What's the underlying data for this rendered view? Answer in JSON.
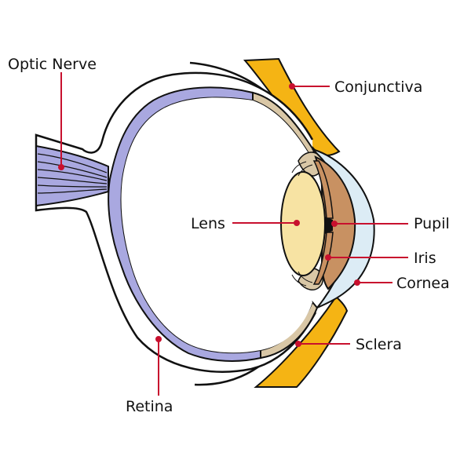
{
  "labels": {
    "optic_nerve": "Optic Nerve",
    "conjunctiva": "Conjunctiva",
    "lens": "Lens",
    "pupil": "Pupil",
    "iris": "Iris",
    "cornea": "Cornea",
    "sclera": "Sclera",
    "retina": "Retina"
  },
  "colors": {
    "retina": "#a9a8e0",
    "sclera_tan": "#d9c7a6",
    "conjunctiva": "#f5b414",
    "lens": "#f7e3a3",
    "iris": "#c89162",
    "cornea": "#dcecf5",
    "leader": "#c8102e",
    "outline": "#111111"
  }
}
